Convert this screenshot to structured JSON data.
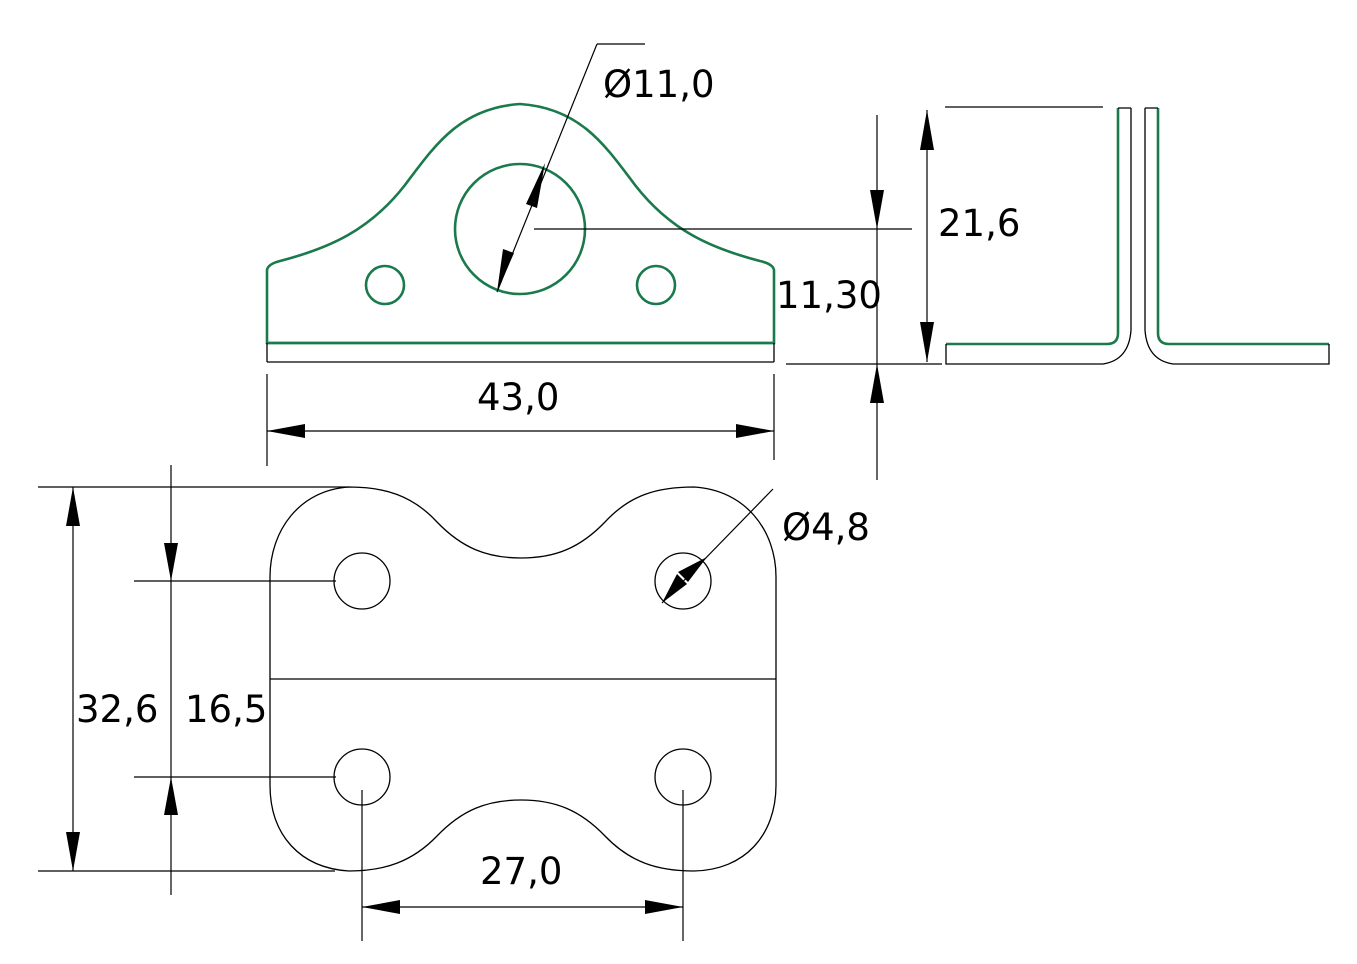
{
  "colors": {
    "part_stroke": "#1a7a4c",
    "line": "#000000",
    "background": "#ffffff"
  },
  "dimensions": {
    "main_hole_diameter": "Ø11,0",
    "small_hole_diameter": "Ø4,8",
    "overall_height": "21,6",
    "hole_center_height": "11,30",
    "overall_width": "43,0",
    "flat_length": "32,6",
    "hole_row_spacing": "16,5",
    "hole_col_spacing": "27,0"
  }
}
